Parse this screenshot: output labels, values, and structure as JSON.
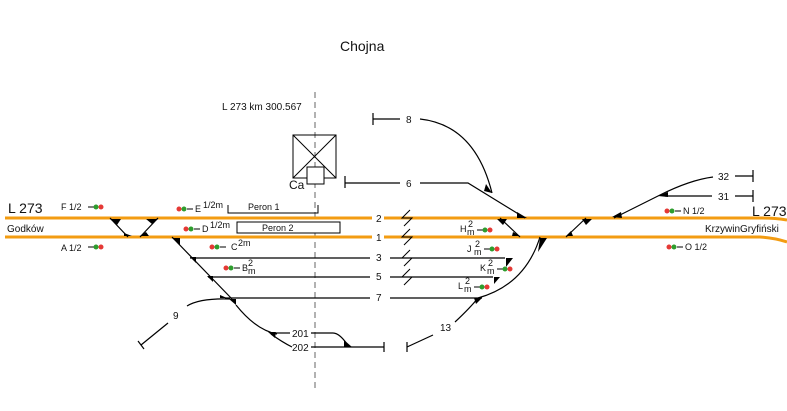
{
  "title": "Chojna",
  "km_label": "L 273 km  300.567",
  "line_left": "L 273",
  "line_right": "L 273",
  "direction_left": "Godków",
  "direction_right": "KrzywinGryfiński",
  "station_building": "Ca",
  "platforms": [
    {
      "label": "Peron 1"
    },
    {
      "label": "Peron 2"
    }
  ],
  "tracks": {
    "t2": "2",
    "t1": "1",
    "t3": "3",
    "t5": "5",
    "t7": "7",
    "t6": "6",
    "t8": "8",
    "t9": "9",
    "t13": "13",
    "t201": "201",
    "t202": "202",
    "t31": "31",
    "t32": "32"
  },
  "signals": {
    "F": {
      "name": "F 1/2"
    },
    "A": {
      "name": "A 1/2"
    },
    "E": {
      "name": "E",
      "sup": "1/2m"
    },
    "D": {
      "name": "D",
      "sup": "1/2m"
    },
    "C": {
      "name": "C",
      "sup": "2m"
    },
    "B": {
      "name": "B",
      "sup": "2",
      "sub": "m"
    },
    "H": {
      "name": "H",
      "sup": "2",
      "sub": "m"
    },
    "J": {
      "name": "J",
      "sup": "2",
      "sub": "m"
    },
    "K": {
      "name": "K",
      "sup": "2",
      "sub": "m"
    },
    "L": {
      "name": "L",
      "sup": "2",
      "sub": "m"
    },
    "N": {
      "name": "N 1/2"
    },
    "O": {
      "name": "O 1/2"
    }
  },
  "colors": {
    "main_track": "#f39c12",
    "signal_red": "#e53935",
    "signal_green": "#2e9d2e"
  }
}
